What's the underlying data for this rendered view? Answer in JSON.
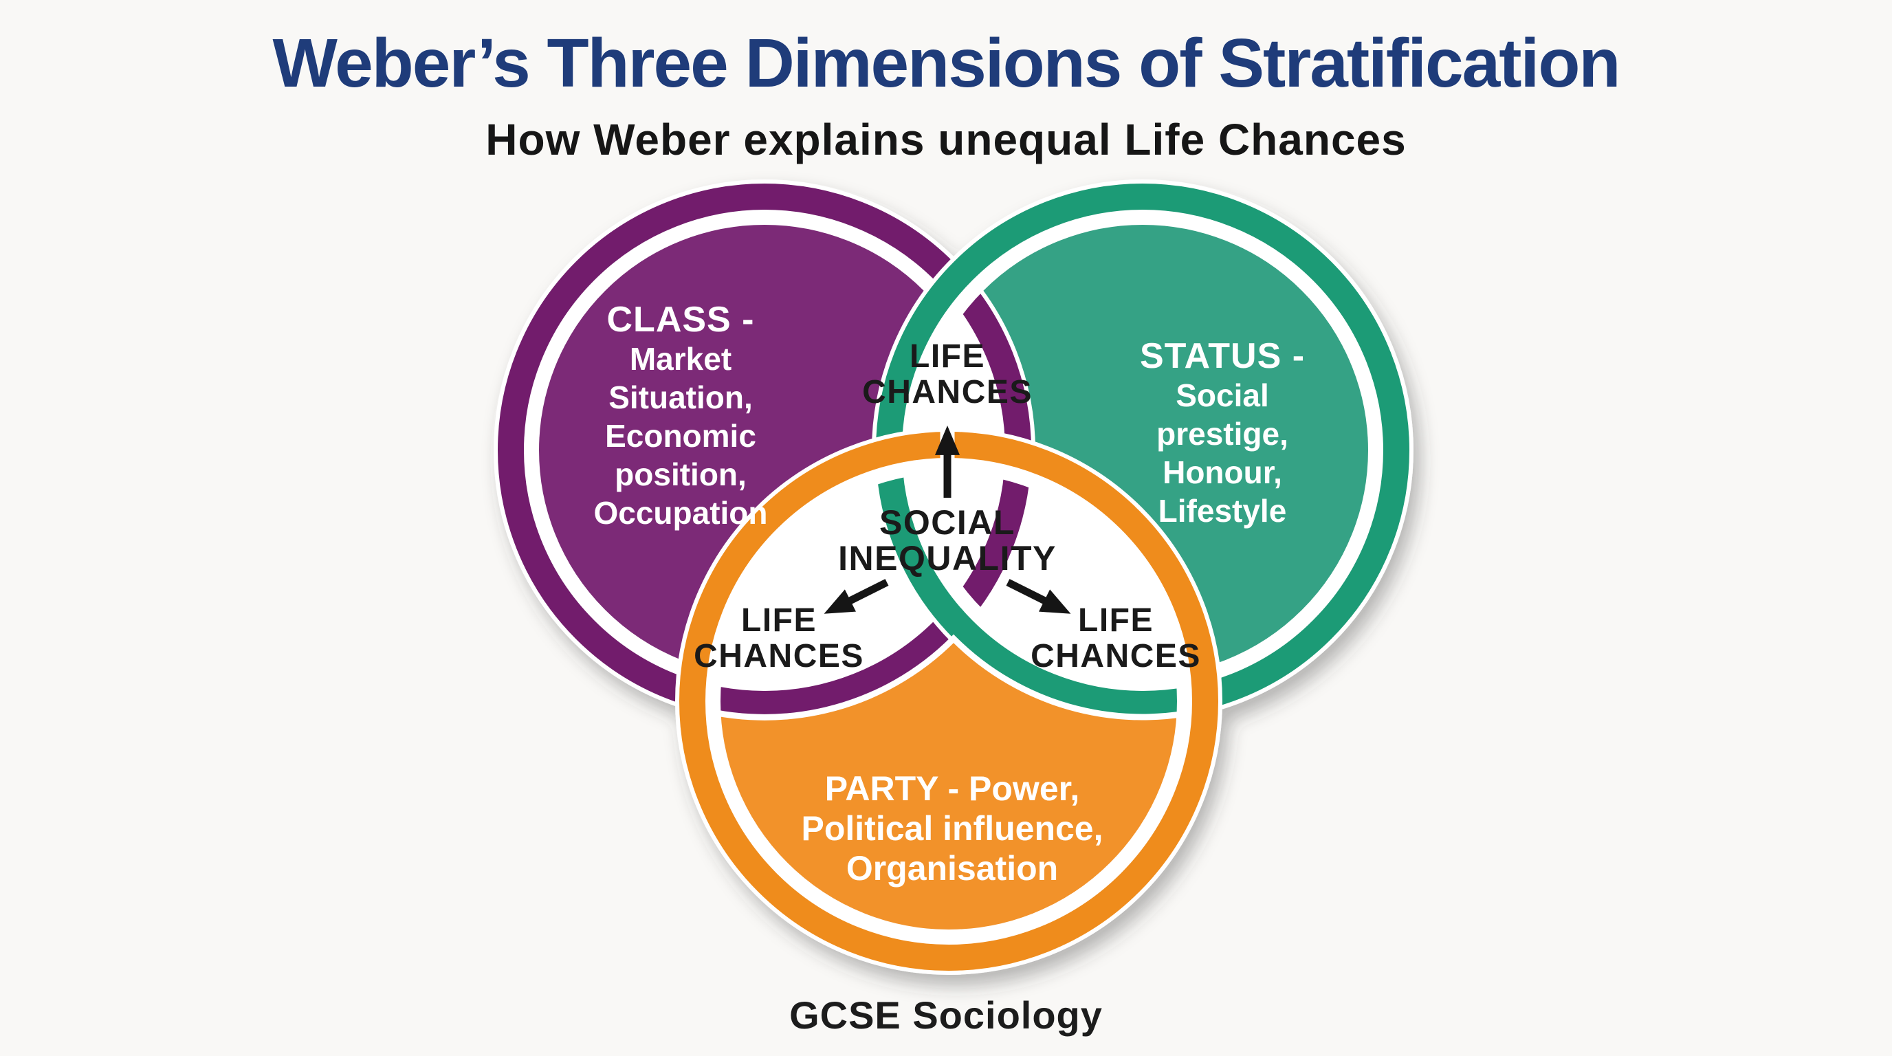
{
  "page": {
    "background": "#F9F8F6"
  },
  "header": {
    "title": "Weber’s Three Dimensions of Stratification",
    "subtitle": "How Weber explains unequal Life Chances"
  },
  "venn": {
    "class_circle": {
      "name": "CLASS",
      "color_fill": "#7C2B77",
      "color_rim": "#721F6C",
      "lines": [
        "CLASS -",
        "Market",
        "Situation,",
        "Economic",
        "position,",
        "Occupation"
      ]
    },
    "status_circle": {
      "name": "STATUS",
      "color_fill": "#36A285",
      "color_rim": "#1E9B76",
      "lines": [
        "STATUS -",
        "Social",
        "prestige,",
        "Honour,",
        "Lifestyle"
      ]
    },
    "party_circle": {
      "name": "PARTY",
      "color_fill": "#F2922A",
      "color_rim": "#EF8C1C",
      "lines": [
        "PARTY - Power,",
        "Political influence,",
        "Organisation"
      ]
    },
    "center": {
      "social_inequality": {
        "line1": "SOCIAL",
        "line2": "INEQUALITY"
      },
      "life_chances_top": {
        "line1": "LIFE",
        "line2": "CHANCES"
      },
      "life_chances_left": {
        "line1": "LIFE",
        "line2": "CHANCES"
      },
      "life_chances_right": {
        "line1": "LIFE",
        "line2": "CHANCES"
      }
    },
    "arrow_color": "#151515"
  },
  "footer": {
    "caption": "GCSE Sociology"
  },
  "colors": {
    "title_navy": "#1F3C7A",
    "subtitle_dark": "#161616",
    "label_dark": "#1A1A1A",
    "white": "#FFFFFF",
    "background": "#F9F8F6"
  }
}
